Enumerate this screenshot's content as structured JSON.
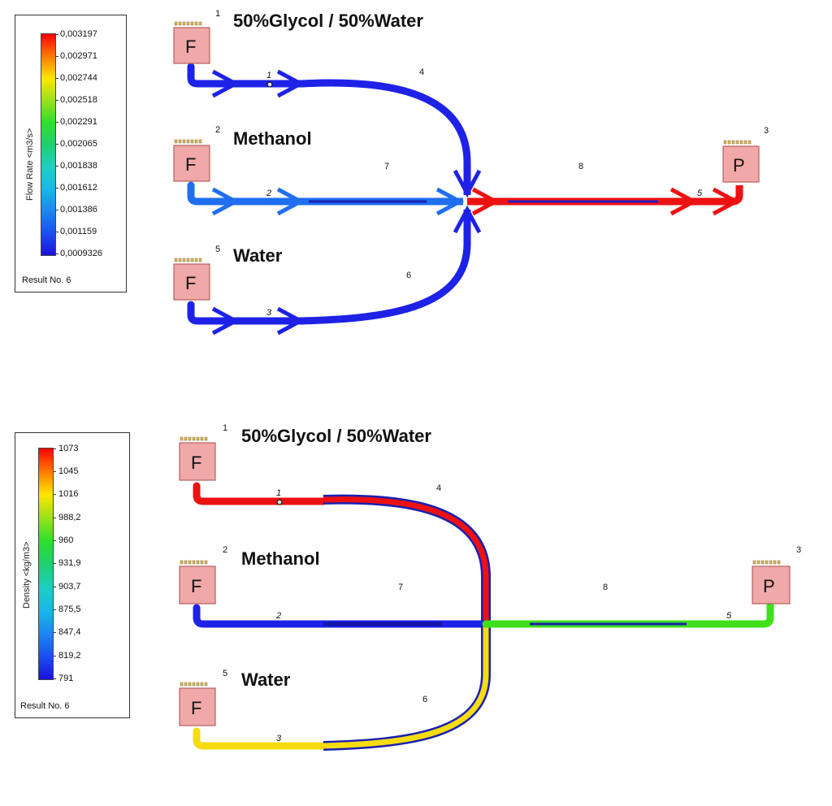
{
  "diagrams": [
    {
      "legend": {
        "title": "Flow Rate <m3/s>",
        "ticks": [
          "0,003197",
          "0,002971",
          "0,002744",
          "0,002518",
          "0,002291",
          "0,002065",
          "0,001838",
          "0,001612",
          "0,001386",
          "0,001159",
          "0,0009326"
        ],
        "result": "Result No. 6"
      },
      "fluids": {
        "n1": "50%Glycol / 50%Water",
        "n2": "Methanol",
        "n5": "Water"
      },
      "node_numbers": {
        "n1": "1",
        "n2": "2",
        "n5": "5",
        "p3": "3"
      },
      "node_letters": {
        "n1": "F",
        "n2": "F",
        "n5": "F",
        "p3": "P"
      },
      "pipe_numbers": {
        "p4": "4",
        "p7": "7",
        "p6": "6",
        "p8": "8"
      },
      "segment_numbers": {
        "s1": "1",
        "s2": "2",
        "s3": "3",
        "s5": "5"
      },
      "colors": {
        "pipe1": "#1e22e6",
        "pipe2": "#1f6ff0",
        "pipe3": "#1e22e6",
        "pipe4": "#1e22e6",
        "pipe6": "#1e22e6",
        "pipe7": "#1f6ff0",
        "pipe8": "#ee1111"
      }
    },
    {
      "legend": {
        "title": "Density <kg/m3>",
        "ticks": [
          "1073",
          "1045",
          "1016",
          "988,2",
          "960",
          "931,9",
          "903,7",
          "875,5",
          "847,4",
          "819,2",
          "791"
        ],
        "result": "Result No. 6"
      },
      "fluids": {
        "n1": "50%Glycol / 50%Water",
        "n2": "Methanol",
        "n5": "Water"
      },
      "node_numbers": {
        "n1": "1",
        "n2": "2",
        "n5": "5",
        "p3": "3"
      },
      "node_letters": {
        "n1": "F",
        "n2": "F",
        "n5": "F",
        "p3": "P"
      },
      "pipe_numbers": {
        "p4": "4",
        "p7": "7",
        "p6": "6",
        "p8": "8"
      },
      "segment_numbers": {
        "s1": "1",
        "s2": "2",
        "s3": "3",
        "s5": "5"
      },
      "colors": {
        "pipe1": "#ee1111",
        "pipe2": "#1e22e6",
        "pipe3": "#f6dc10",
        "pipe4": "#ee1111",
        "pipe6": "#f6dc10",
        "pipe7": "#1e22e6",
        "pipe8": "#3ee01a"
      }
    }
  ]
}
